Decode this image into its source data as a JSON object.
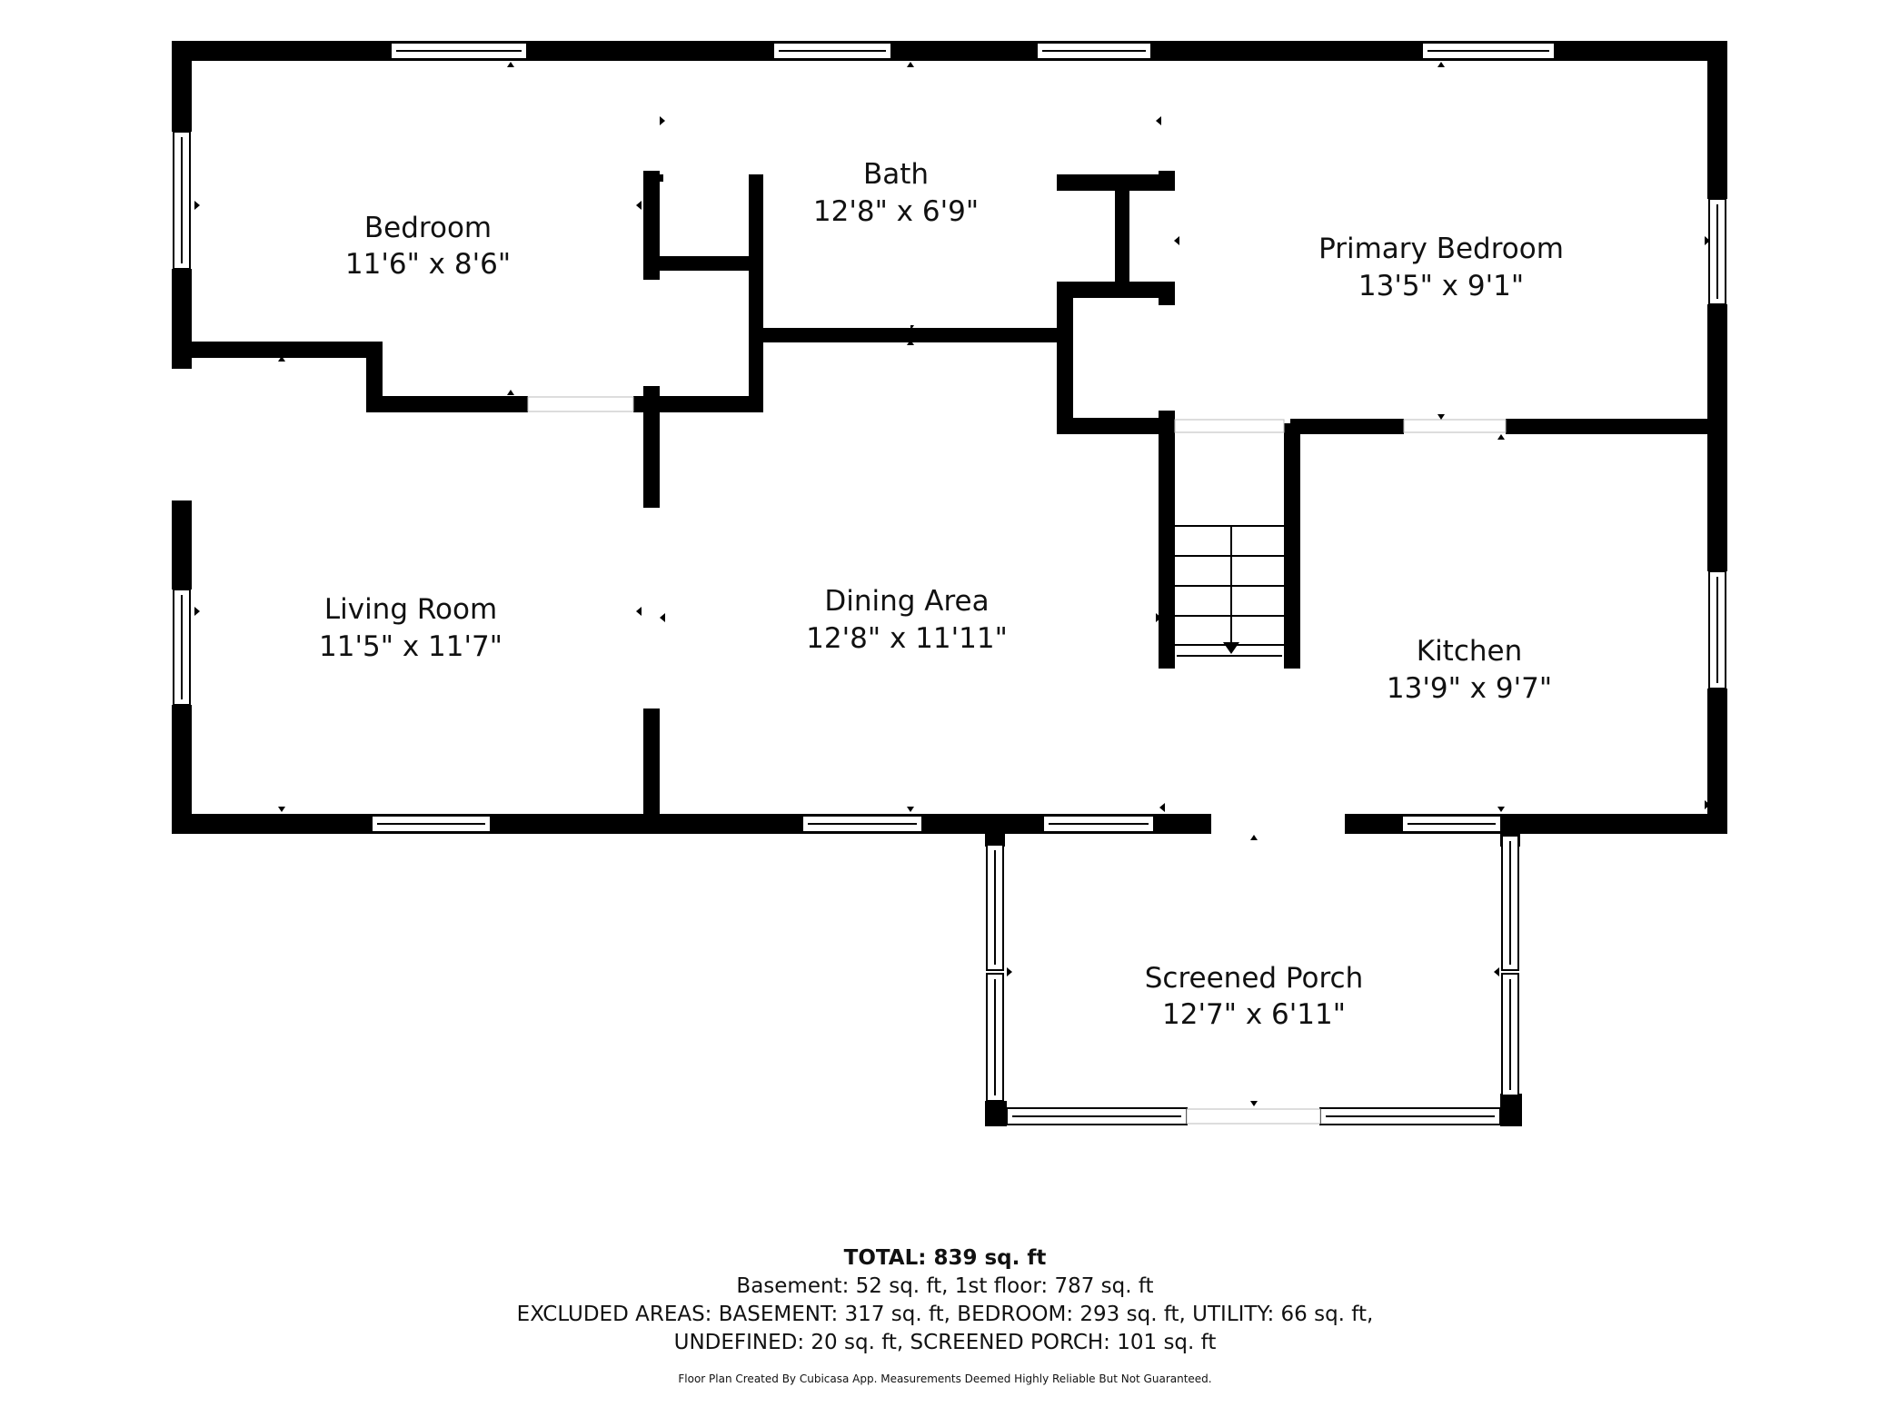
{
  "rooms": {
    "bedroom": {
      "name": "Bedroom",
      "dim": "11'6\" x 8'6\""
    },
    "bath": {
      "name": "Bath",
      "dim": "12'8\" x 6'9\""
    },
    "primary_bedroom": {
      "name": "Primary Bedroom",
      "dim": "13'5\" x 9'1\""
    },
    "living_room": {
      "name": "Living Room",
      "dim": "11'5\" x 11'7\""
    },
    "dining_area": {
      "name": "Dining Area",
      "dim": "12'8\" x 11'11\""
    },
    "kitchen": {
      "name": "Kitchen",
      "dim": "13'9\" x 9'7\""
    },
    "screened_porch": {
      "name": "Screened Porch",
      "dim": "12'7\" x 6'11\""
    }
  },
  "summary": {
    "total_label": "TOTAL:",
    "total_value": "839 sq. ft",
    "line1": "Basement: 52 sq. ft, 1st floor: 787 sq. ft",
    "line2": "EXCLUDED AREAS: BASEMENT: 317 sq. ft, BEDROOM: 293 sq. ft, UTILITY: 66 sq. ft,",
    "line3": "UNDEFINED: 20 sq. ft, SCREENED PORCH: 101 sq. ft",
    "credit": "Floor Plan Created By Cubicasa App. Measurements Deemed Highly Reliable But Not Guaranteed."
  },
  "colors": {
    "wall": "#000000",
    "background": "#ffffff"
  }
}
